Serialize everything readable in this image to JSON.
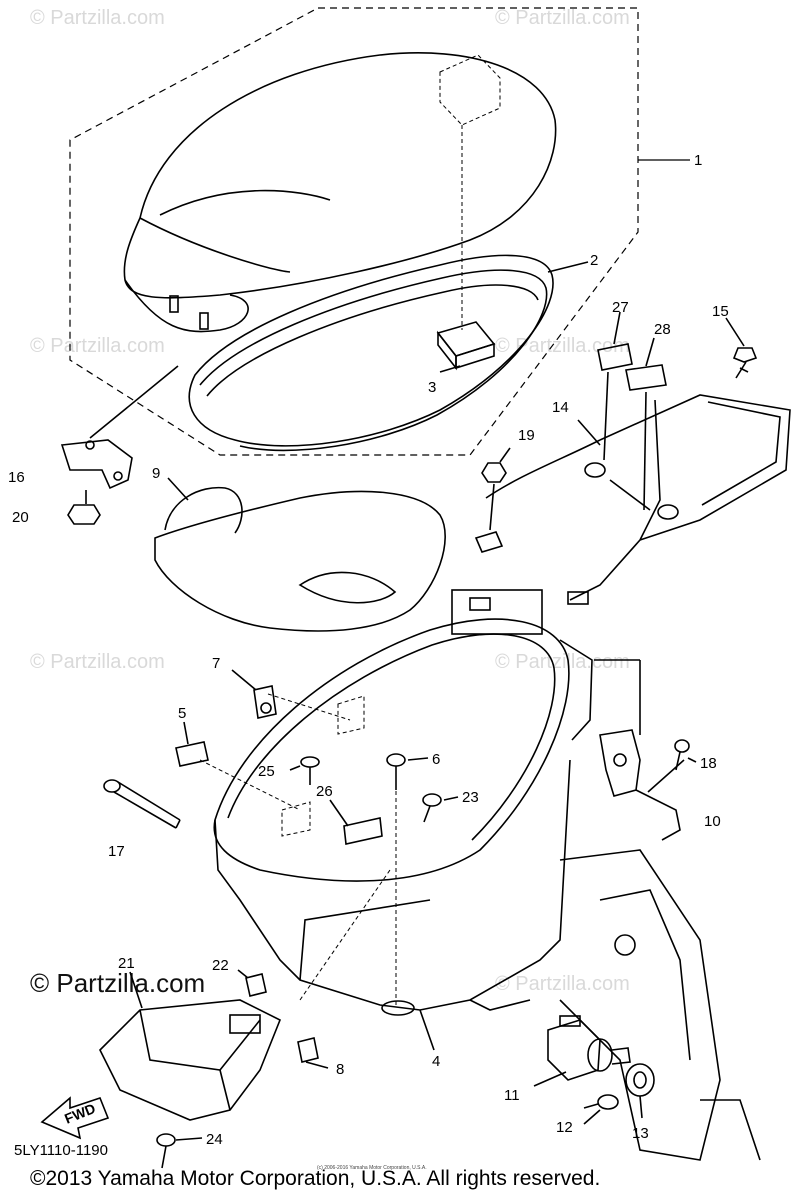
{
  "watermark": {
    "text": "© Partzilla.com",
    "emphasized_text": "© Partzilla.com"
  },
  "diagram": {
    "ref_code": "5LY1110-1190",
    "copyright": "©2013 Yamaha Motor Corporation, U.S.A. All rights reserved.",
    "fine_print": "(c) 2006-2016 Yamaha Motor Corporation, U.S.A.",
    "direction_marker": "FWD",
    "callouts": [
      "1",
      "2",
      "3",
      "4",
      "5",
      "6",
      "7",
      "8",
      "9",
      "10",
      "11",
      "12",
      "13",
      "14",
      "15",
      "16",
      "17",
      "18",
      "19",
      "20",
      "21",
      "22",
      "23",
      "24",
      "25",
      "26",
      "27",
      "28"
    ]
  }
}
